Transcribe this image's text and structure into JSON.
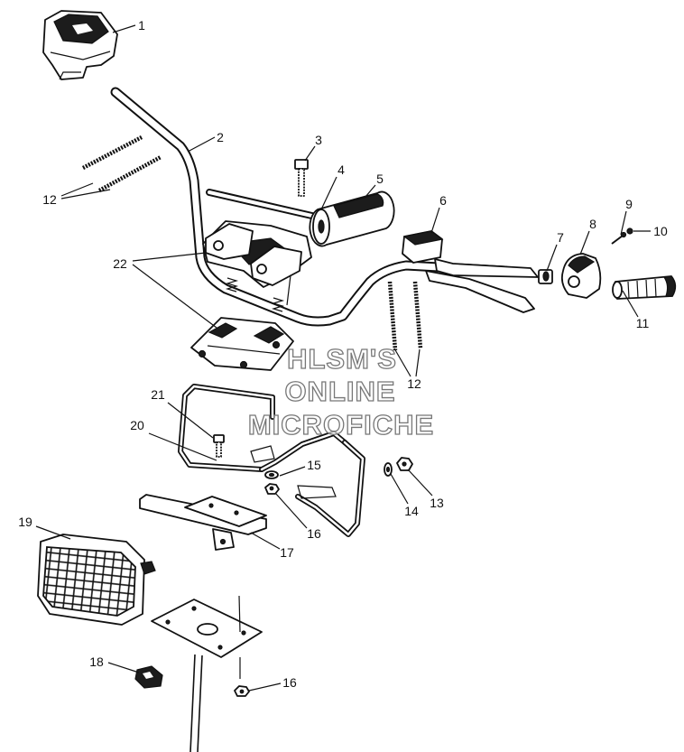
{
  "diagram": {
    "callouts": {
      "c1": "1",
      "c2": "2",
      "c3": "3",
      "c4": "4",
      "c5": "5",
      "c6": "6",
      "c7": "7",
      "c8": "8",
      "c9": "9",
      "c10": "10",
      "c11": "11",
      "c12a": "12",
      "c12b": "12",
      "c13": "13",
      "c14": "14",
      "c15": "15",
      "c16a": "16",
      "c16b": "16",
      "c17": "17",
      "c18": "18",
      "c19": "19",
      "c20": "20",
      "c21": "21",
      "c22": "22"
    },
    "watermark": {
      "line1": "HLSM'S",
      "line2": "ONLINE",
      "line3": "MICROFICHE"
    }
  }
}
